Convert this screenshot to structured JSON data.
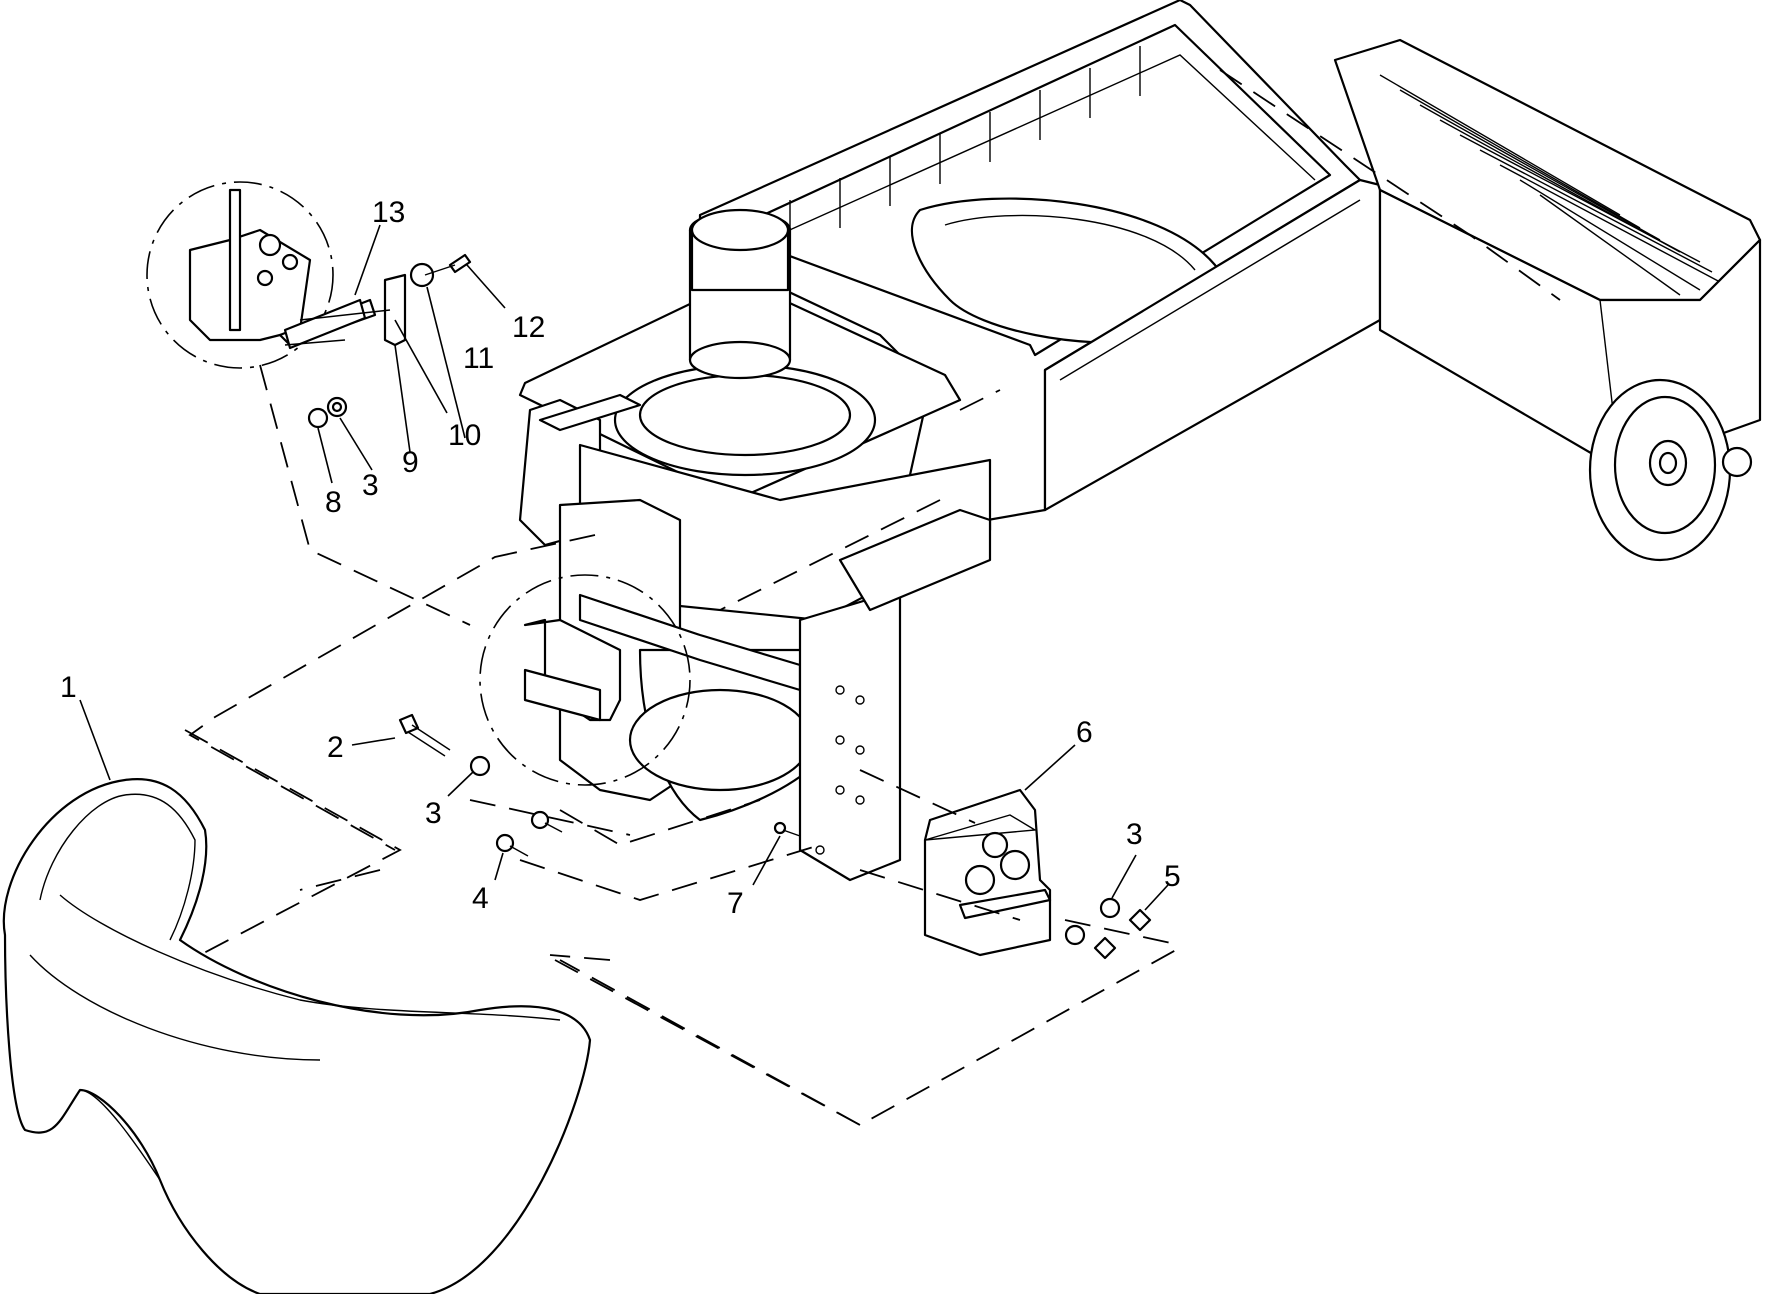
{
  "diagram": {
    "type": "exploded-parts-diagram",
    "callouts": {
      "c1": "1",
      "c2": "2",
      "c3a": "3",
      "c3b": "3",
      "c3c": "3",
      "c4": "4",
      "c5": "5",
      "c6": "6",
      "c7": "7",
      "c8": "8",
      "c9": "9",
      "c10": "10",
      "c11": "11",
      "c12": "12",
      "c13": "13"
    }
  }
}
